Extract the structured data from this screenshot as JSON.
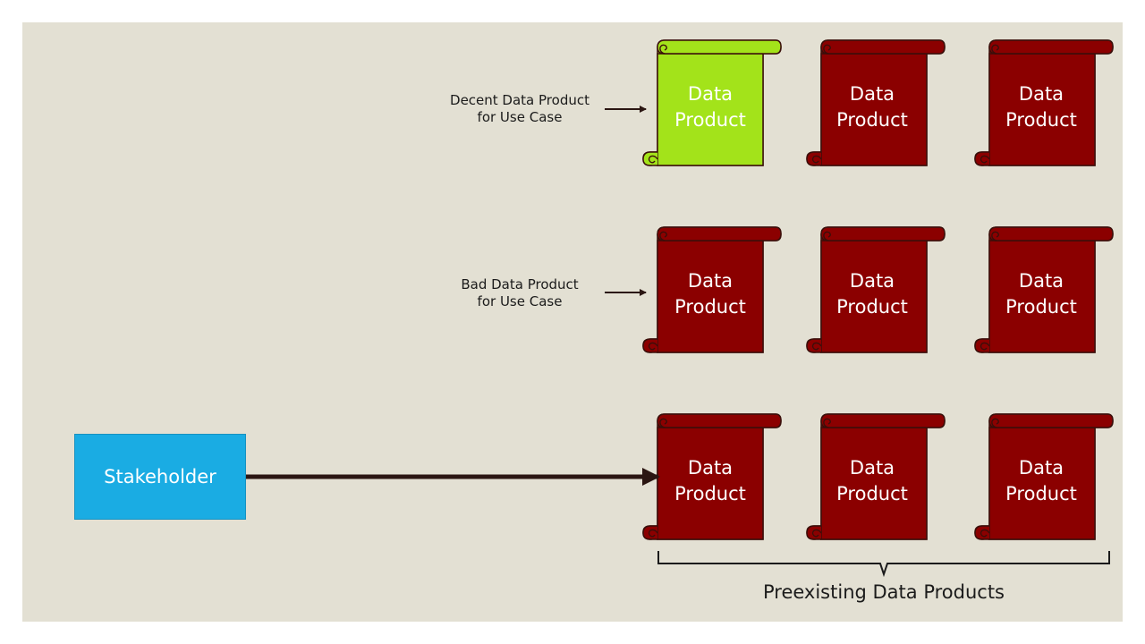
{
  "colors": {
    "slide_background": "#e3e0d3",
    "scroll_red": "#8b0000",
    "scroll_green": "#a3e31a",
    "stakeholder_blue": "#1aace3",
    "arrow": "#2b1612"
  },
  "scroll_label_line1": "Data",
  "scroll_label_line2": "Product",
  "rows": [
    {
      "side_label_line1": "Decent Data Product",
      "side_label_line2": "for Use Case",
      "scrolls": [
        {
          "state": "highlighted",
          "color": "#a3e31a"
        },
        {
          "state": "normal",
          "color": "#8b0000"
        },
        {
          "state": "normal",
          "color": "#8b0000"
        }
      ]
    },
    {
      "side_label_line1": "Bad Data Product",
      "side_label_line2": "for Use Case",
      "scrolls": [
        {
          "state": "normal",
          "color": "#8b0000"
        },
        {
          "state": "normal",
          "color": "#8b0000"
        },
        {
          "state": "normal",
          "color": "#8b0000"
        }
      ]
    },
    {
      "side_label_line1": "",
      "side_label_line2": "",
      "scrolls": [
        {
          "state": "normal",
          "color": "#8b0000"
        },
        {
          "state": "normal",
          "color": "#8b0000"
        },
        {
          "state": "normal",
          "color": "#8b0000"
        }
      ]
    }
  ],
  "stakeholder": {
    "label": "Stakeholder"
  },
  "bracket_label": "Preexisting Data Products"
}
